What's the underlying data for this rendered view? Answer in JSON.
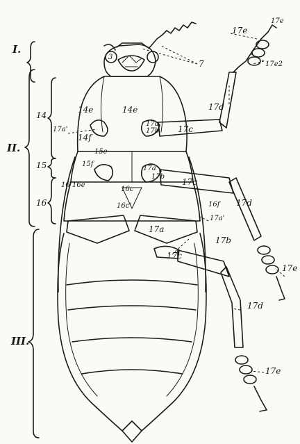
{
  "regions": {
    "head": "I.",
    "thorax": "II.",
    "abdomen": "III."
  },
  "labels": {
    "prothorax": "14",
    "mesothorax": "15",
    "metathorax": "16",
    "pronotum_left": "14e",
    "pronotum_right": "14e",
    "prosternum_flank": "14f",
    "procoxa_ref": "17a'",
    "mandible_ref": "3",
    "palp_ref": "7",
    "antenna_club": "17e",
    "antenna_club_b": "17e2",
    "antenna_scape": "17d",
    "fore_coxa": "17a",
    "fore_trochanter": "17b",
    "fore_femur": "17c",
    "meso_episternum": "15e",
    "meso_epimeron": "15f",
    "meso_coxa": "17a",
    "meso_trochanter": "17b",
    "meso_femur": "17c",
    "meso_tibia": "17d",
    "meta_episternum": "16e",
    "meta_epimeron": "16f",
    "metasternum": "16c",
    "metasternum_b": "16c'",
    "meta_flank": "16",
    "meta_side": "16f",
    "meta_coxa_ref": "17a'",
    "hind_coxa": "17a",
    "hind_trochanter": "17b",
    "hind_femur": "17c",
    "hind_tibia": "17d",
    "hind_tarsus": "17e",
    "meso_tarsus": "17e"
  }
}
